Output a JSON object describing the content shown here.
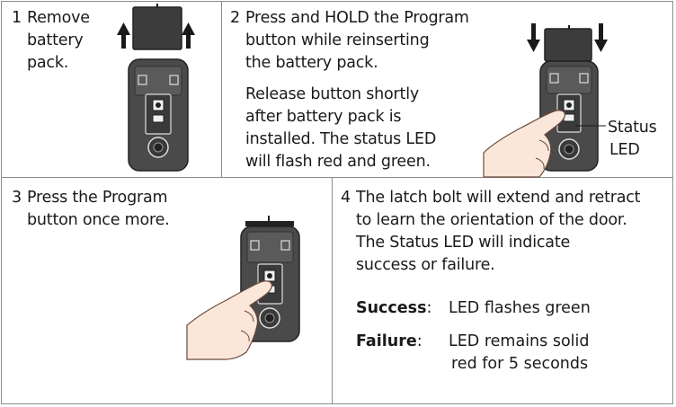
{
  "steps": [
    {
      "num": "1",
      "lines": [
        "Remove",
        "battery",
        "pack."
      ]
    },
    {
      "num": "2",
      "lines": [
        "Press and HOLD the Program",
        "button while reinserting",
        "the battery pack."
      ],
      "extra_lines": [
        "Release button shortly",
        "after battery pack is",
        "installed. The status LED",
        "will flash red and green."
      ],
      "callout": [
        "Status",
        "LED"
      ]
    },
    {
      "num": "3",
      "lines": [
        "Press the Program",
        "button once more."
      ]
    },
    {
      "num": "4",
      "lines": [
        "The latch bolt will extend and retract",
        "to learn the orientation of the door.",
        "The Status LED will indicate",
        "success or failure."
      ],
      "results": [
        {
          "label": "Success",
          "colon": ":",
          "value": "LED flashes green"
        },
        {
          "label": "Failure",
          "colon": ":",
          "value": "LED remains solid",
          "value2": "red for 5 seconds"
        }
      ]
    }
  ],
  "icons": [
    "up-arrow-icon",
    "down-arrow-icon",
    "battery-pack-icon",
    "lock-device-icon",
    "pointing-hand-icon"
  ],
  "colors": {
    "device": "#4a4a4a",
    "device_dark": "#333333",
    "border": "#8c8c8c",
    "skin": "#fbe6da"
  }
}
